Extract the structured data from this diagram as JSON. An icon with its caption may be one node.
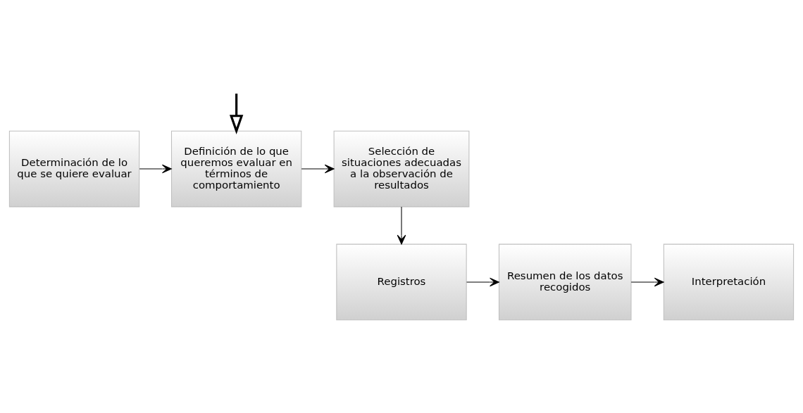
{
  "diagram": {
    "nodes": [
      {
        "text": [
          "Determinación de lo que se quiere evaluar"
        ]
      },
      {
        "text": [
          "Definición de lo que queremos evaluar en términos de comportamiento"
        ]
      },
      {
        "text": [
          "Selección de situaciones adecuadas a la observación de resultados"
        ]
      },
      {
        "text": [
          "Registros"
        ]
      },
      {
        "text": [
          "Resumen de los datos recogidos"
        ]
      },
      {
        "text": [
          "Interpretación"
        ]
      }
    ],
    "edges": [
      {
        "from": null,
        "to": 1,
        "arrow": "to",
        "style": "thick"
      },
      {
        "from": 0,
        "to": 1,
        "arrow": "to"
      },
      {
        "from": 1,
        "to": 2,
        "arrow": "to"
      },
      {
        "from": 2,
        "to": 3,
        "arrow": "to"
      },
      {
        "from": 3,
        "to": 4,
        "arrow": "to"
      },
      {
        "from": 4,
        "to": 5,
        "arrow": "to"
      }
    ]
  }
}
